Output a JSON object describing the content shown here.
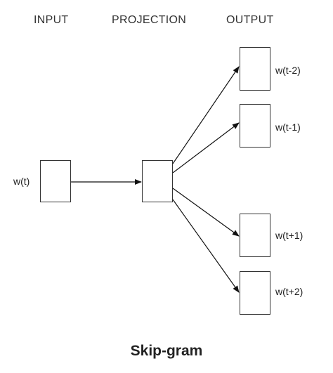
{
  "headers": {
    "input": "INPUT",
    "projection": "PROJECTION",
    "output": "OUTPUT"
  },
  "input_word": "w(t)",
  "output_words": [
    "w(t-2)",
    "w(t-1)",
    "w(t+1)",
    "w(t+2)"
  ],
  "title": "Skip-gram",
  "colors": {
    "stroke": "#333333",
    "text": "#222222"
  }
}
